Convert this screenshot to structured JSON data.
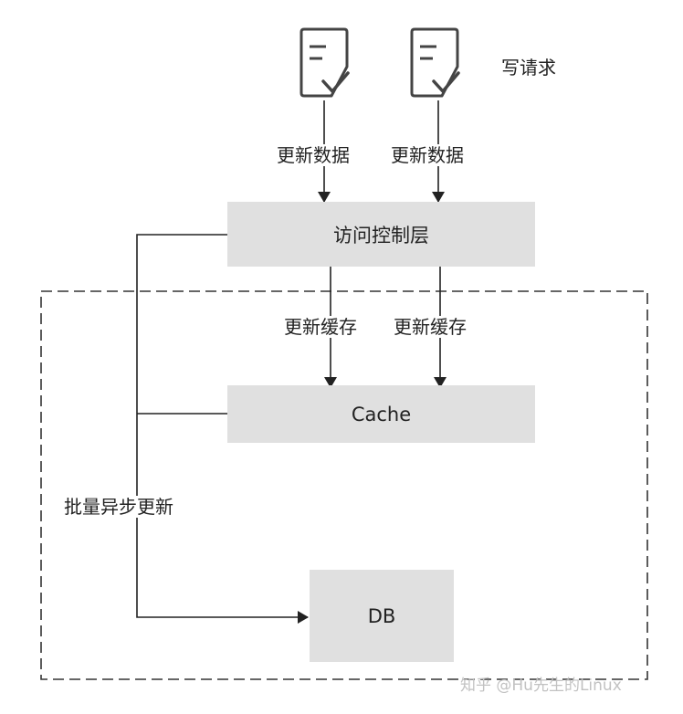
{
  "write_request_label": "写请求",
  "edges": {
    "update_data_left": "更新数据",
    "update_data_right": "更新数据",
    "update_cache_left": "更新缓存",
    "update_cache_right": "更新缓存",
    "batch_async_update": "批量异步更新"
  },
  "nodes": {
    "access_control_layer": "访问控制层",
    "cache": "Cache",
    "db": "DB"
  },
  "watermark": "知乎 @Hu先生的Linux",
  "colors": {
    "box_fill": "#e0e0e0",
    "line": "#222222"
  },
  "icons": [
    "document-check-icon",
    "document-check-icon"
  ]
}
